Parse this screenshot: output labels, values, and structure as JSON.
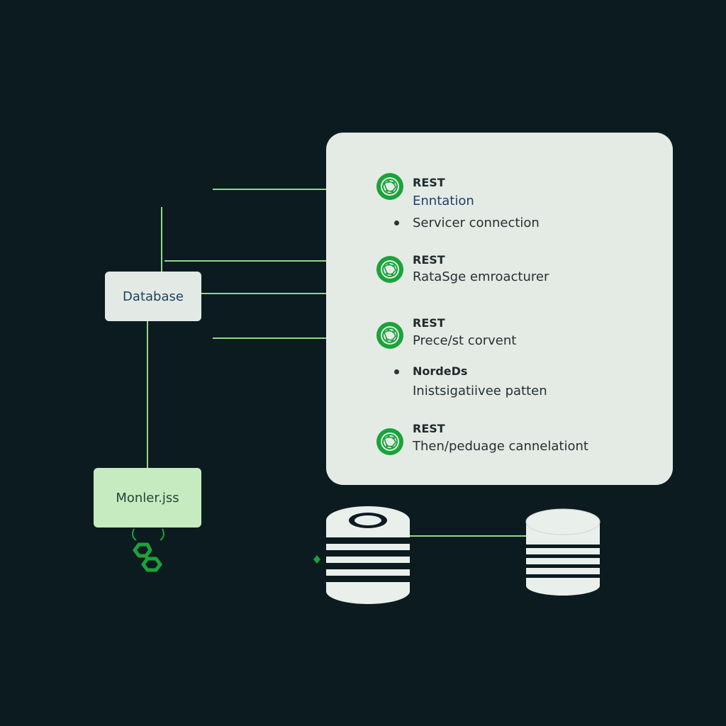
{
  "nodes": {
    "database": "Database",
    "monler": "Monler.jss"
  },
  "panel": {
    "entries": [
      {
        "title": "REST",
        "text": "Enntation"
      },
      {
        "title": "REST",
        "text": "RataSge emroacturer"
      },
      {
        "title": "REST",
        "text": "Prece/st corvent"
      },
      {
        "title": "REST",
        "text": "Then/peduage cannelationt"
      }
    ],
    "bullets": [
      {
        "text": "Servicer connection"
      },
      {
        "title": "NordeDs",
        "text": "Inistsigatiivee patten"
      }
    ]
  },
  "colors": {
    "background": "#0c1b20",
    "panel": "#e4ebe5",
    "accent_green": "#1aa33a",
    "line_green": "#8fd98a",
    "database_fill": "#e3eae5",
    "monler_fill": "#c7ebc0"
  },
  "icons": {
    "rest_icon": "globe-network-icon",
    "monler_icon": "hexagon-chain-icon",
    "storage_icon": "database-cylinder-icon"
  }
}
